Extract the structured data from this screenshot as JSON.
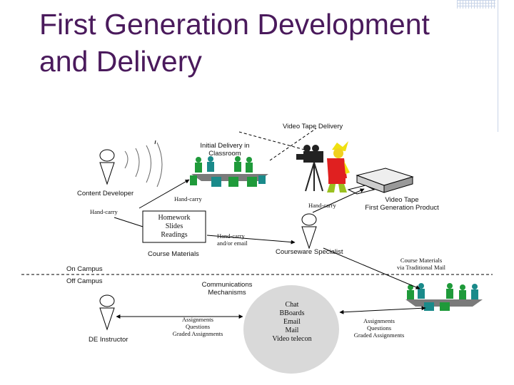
{
  "title": {
    "line1": "First Generation Development",
    "line2": "and Delivery"
  },
  "labels": {
    "video_tape_delivery": "Video Tape Delivery",
    "initial_delivery_1": "Initial Delivery in",
    "initial_delivery_2": "Classroom",
    "content_developer": "Content Developer",
    "hand_carry_top": "Hand-carry",
    "hand_carry_left": "Hand-carry",
    "hand_carry_right": "Hand-carry",
    "video_tape_1": "Video Tape",
    "video_tape_2": "First Generation Product",
    "homework_1": "Homework",
    "homework_2": "Slides",
    "homework_3": "Readings",
    "hand_carry_email_1": "Hand-carry",
    "hand_carry_email_2": "and/or email",
    "course_materials": "Course Materials",
    "courseware_specialist": "Courseware Specialist",
    "mail_1": "Course Materials",
    "mail_2": "via Traditional Mail",
    "on_campus": "On Campus",
    "off_campus": "Off Campus",
    "comm_1": "Communications",
    "comm_2": "Mechanisms",
    "left_aq_1": "Assignments",
    "left_aq_2": "Questions",
    "left_aq_3": "Graded Assignments",
    "right_aq_1": "Assignments",
    "right_aq_2": "Questions",
    "right_aq_3": "Graded Assignments",
    "de_instructor": "DE Instructor",
    "circle_1": "Chat",
    "circle_2": "BBoards",
    "circle_3": "Email",
    "circle_4": "Mail",
    "circle_5": "Video telecon"
  },
  "colors": {
    "title": "#4a1a5c",
    "table": "#7a7a7a",
    "green": "#1f9a3a",
    "teal": "#1a8a8a",
    "circle": "#d9d9d9",
    "camera_yellow": "#f0e010",
    "camera_red": "#e02020"
  }
}
